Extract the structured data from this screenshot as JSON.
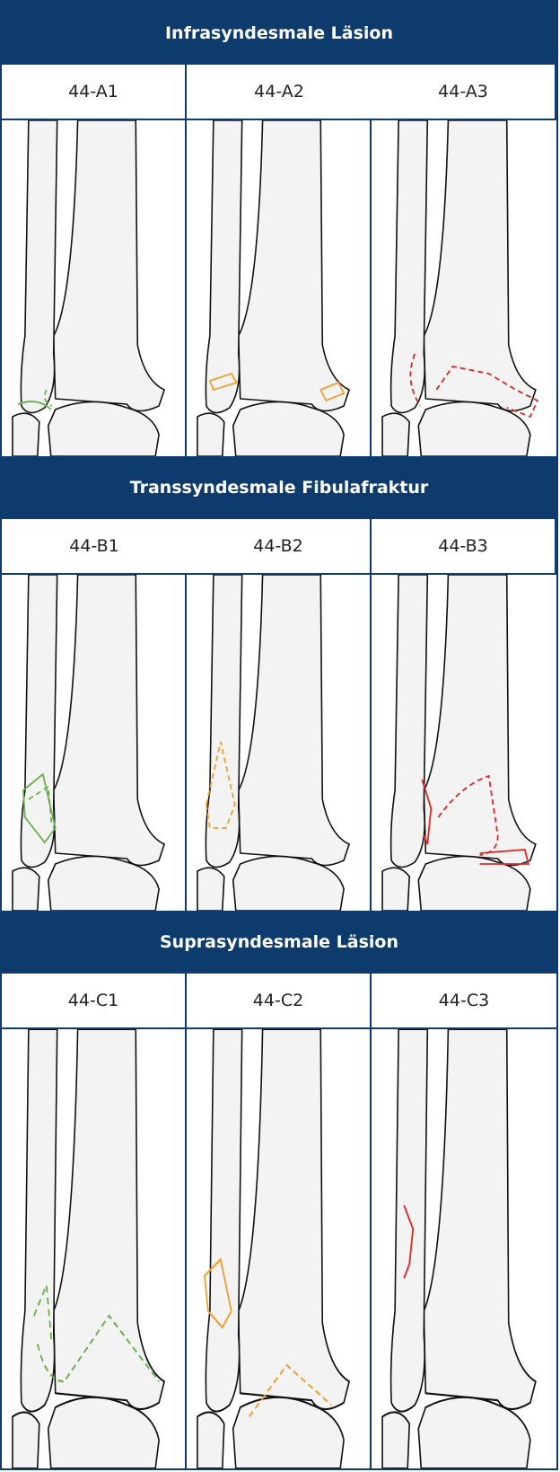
{
  "sections": [
    {
      "title": "Infrasyndesmale Läsion",
      "codes": [
        "44-A1",
        "44-A2",
        "44-A3"
      ],
      "fracture_colors": [
        "#6ab04c",
        "#f0a030",
        "#e02828"
      ]
    },
    {
      "title": "Transsyndesmale Fibulafraktur",
      "codes": [
        "44-B1",
        "44-B2",
        "44-B3"
      ],
      "fracture_colors": [
        "#6ab04c",
        "#f0a030",
        "#e02828"
      ]
    },
    {
      "title": "Suprasyndesmale Läsion",
      "codes": [
        "44-C1",
        "44-C2",
        "44-C3"
      ],
      "fracture_colors": [
        "#6ab04c",
        "#f0a030",
        "#e02828"
      ]
    }
  ],
  "colors": {
    "header_bg": "#0d3b6e",
    "header_text": "#ffffff",
    "bone_fill": "#f3f3f3"
  }
}
